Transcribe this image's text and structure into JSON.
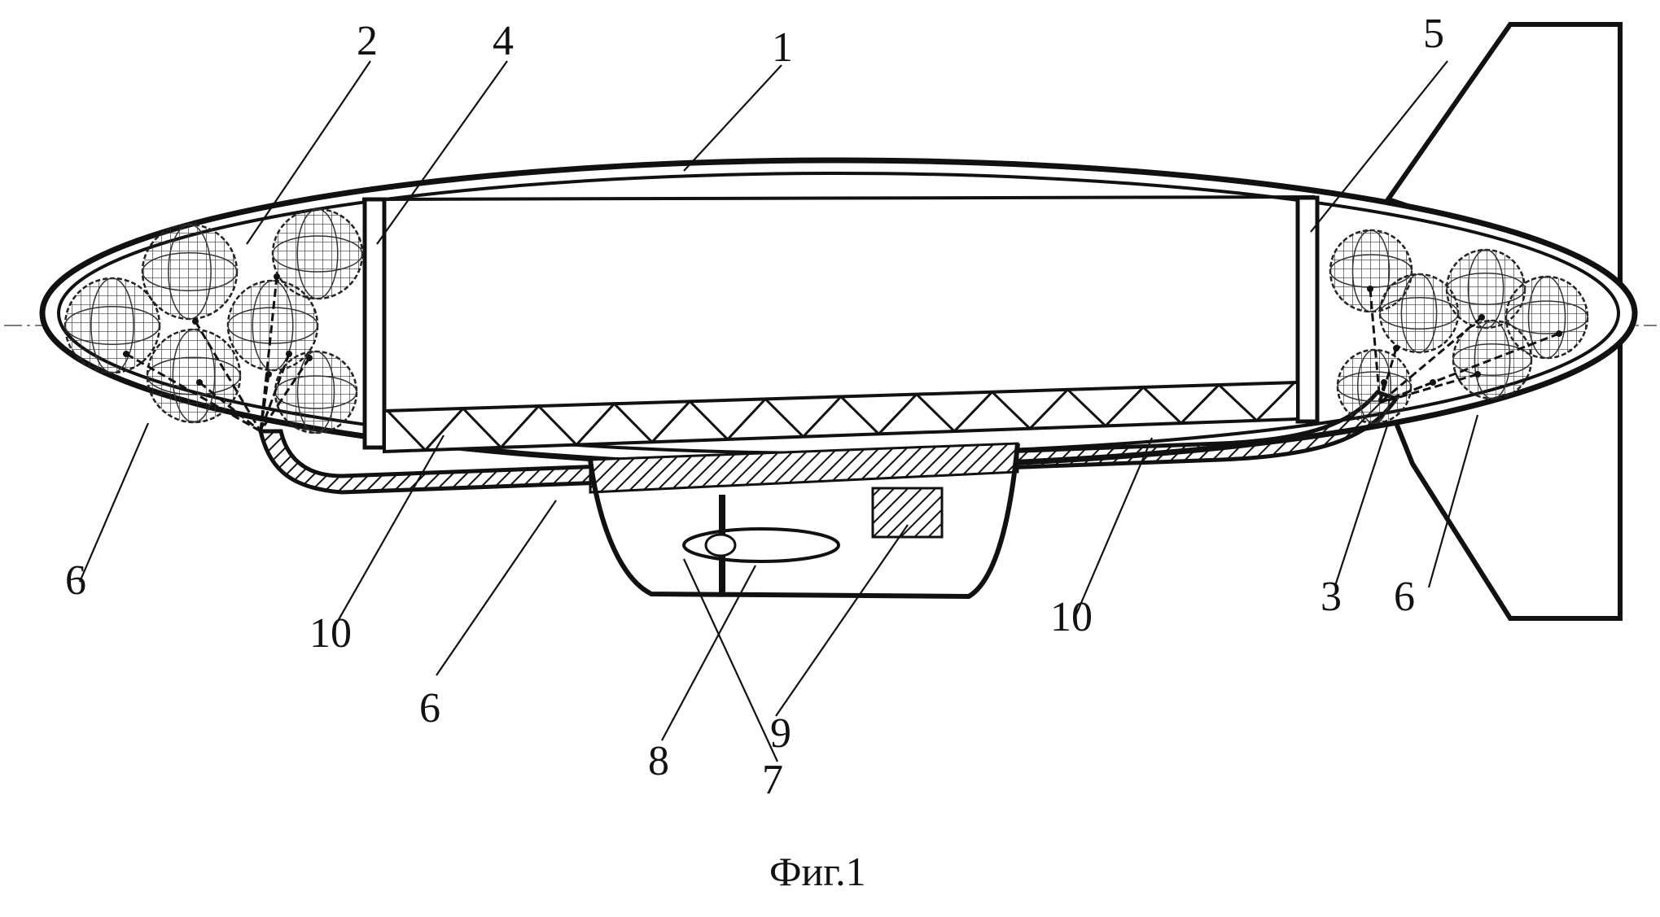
{
  "figure": {
    "caption": "Фиг.1",
    "labels": {
      "l1": "1",
      "l2": "2",
      "l3": "3",
      "l4": "4",
      "l5": "5",
      "l6": "6",
      "l7": "7",
      "l8": "8",
      "l9": "9",
      "l10": "10"
    }
  },
  "colors": {
    "ink": "#111111",
    "background": "#ffffff"
  }
}
